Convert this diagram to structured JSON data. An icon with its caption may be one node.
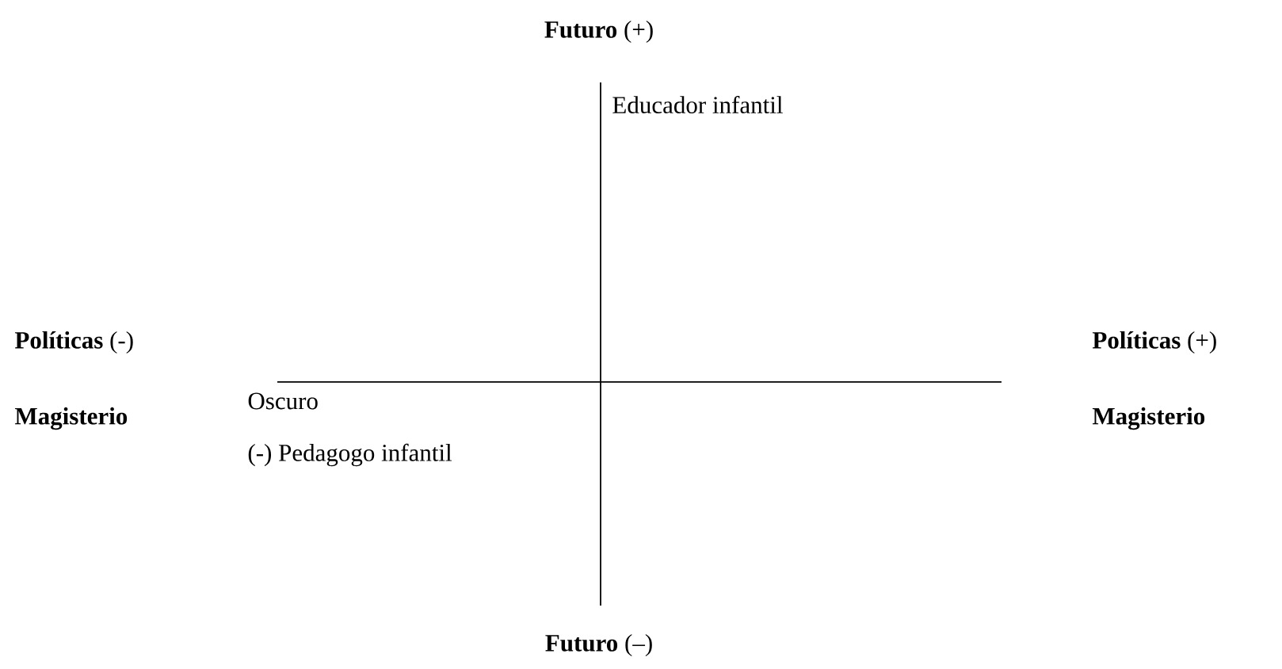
{
  "diagram": {
    "labels": [
      "**Futuro** (+)",
      "Educador infantil",
      "**Políticas** (-)",
      "**Políticas** (+)",
      "Magisterio",
      "Oscuro",
      "Magisterio",
      "(-) Pedagogo infantil",
      "**Futuro** (–)"
    ]
  }
}
